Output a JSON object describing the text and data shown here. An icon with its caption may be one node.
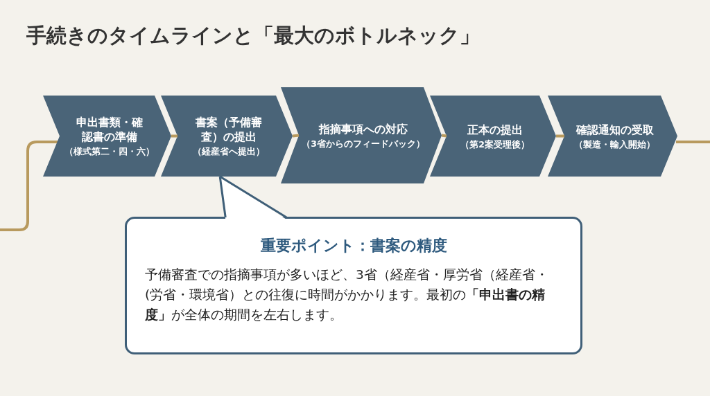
{
  "diagram": {
    "title": "手続きのタイムラインと「最大のボトルネック」",
    "nodes": [
      {
        "text": [
          "申出書類・確認書の準備",
          "（様式第二・四・六）"
        ]
      },
      {
        "text": [
          "書案（予備審査）の提出",
          "（経産省へ提出）"
        ]
      },
      {
        "text": [
          "指摘事項への対応",
          "（3省からのフィードバック）"
        ]
      },
      {
        "text": [
          "正本の提出",
          "（第2案受理後）"
        ]
      },
      {
        "text": [
          "確認通知の受取",
          "（製造・輸入開始）"
        ]
      },
      {
        "text": [
          "重要ポイント：書案の精度",
          "予備審査での指摘事項が多いほど、3省（経産省・厚労省（経産省・(労省・環境省）との往復に時間がかかります。最初の**「申出書の精度」**が全体の期間を左右します。"
        ]
      }
    ],
    "edges": [
      {
        "from": 0,
        "to": 1,
        "arrow": "none"
      },
      {
        "from": 1,
        "to": 2,
        "arrow": "none"
      },
      {
        "from": 2,
        "to": 3,
        "arrow": "none"
      },
      {
        "from": 3,
        "to": 4,
        "arrow": "none"
      },
      {
        "from": 5,
        "to": 1,
        "arrow": "none",
        "color": "#3f5f78"
      }
    ]
  }
}
